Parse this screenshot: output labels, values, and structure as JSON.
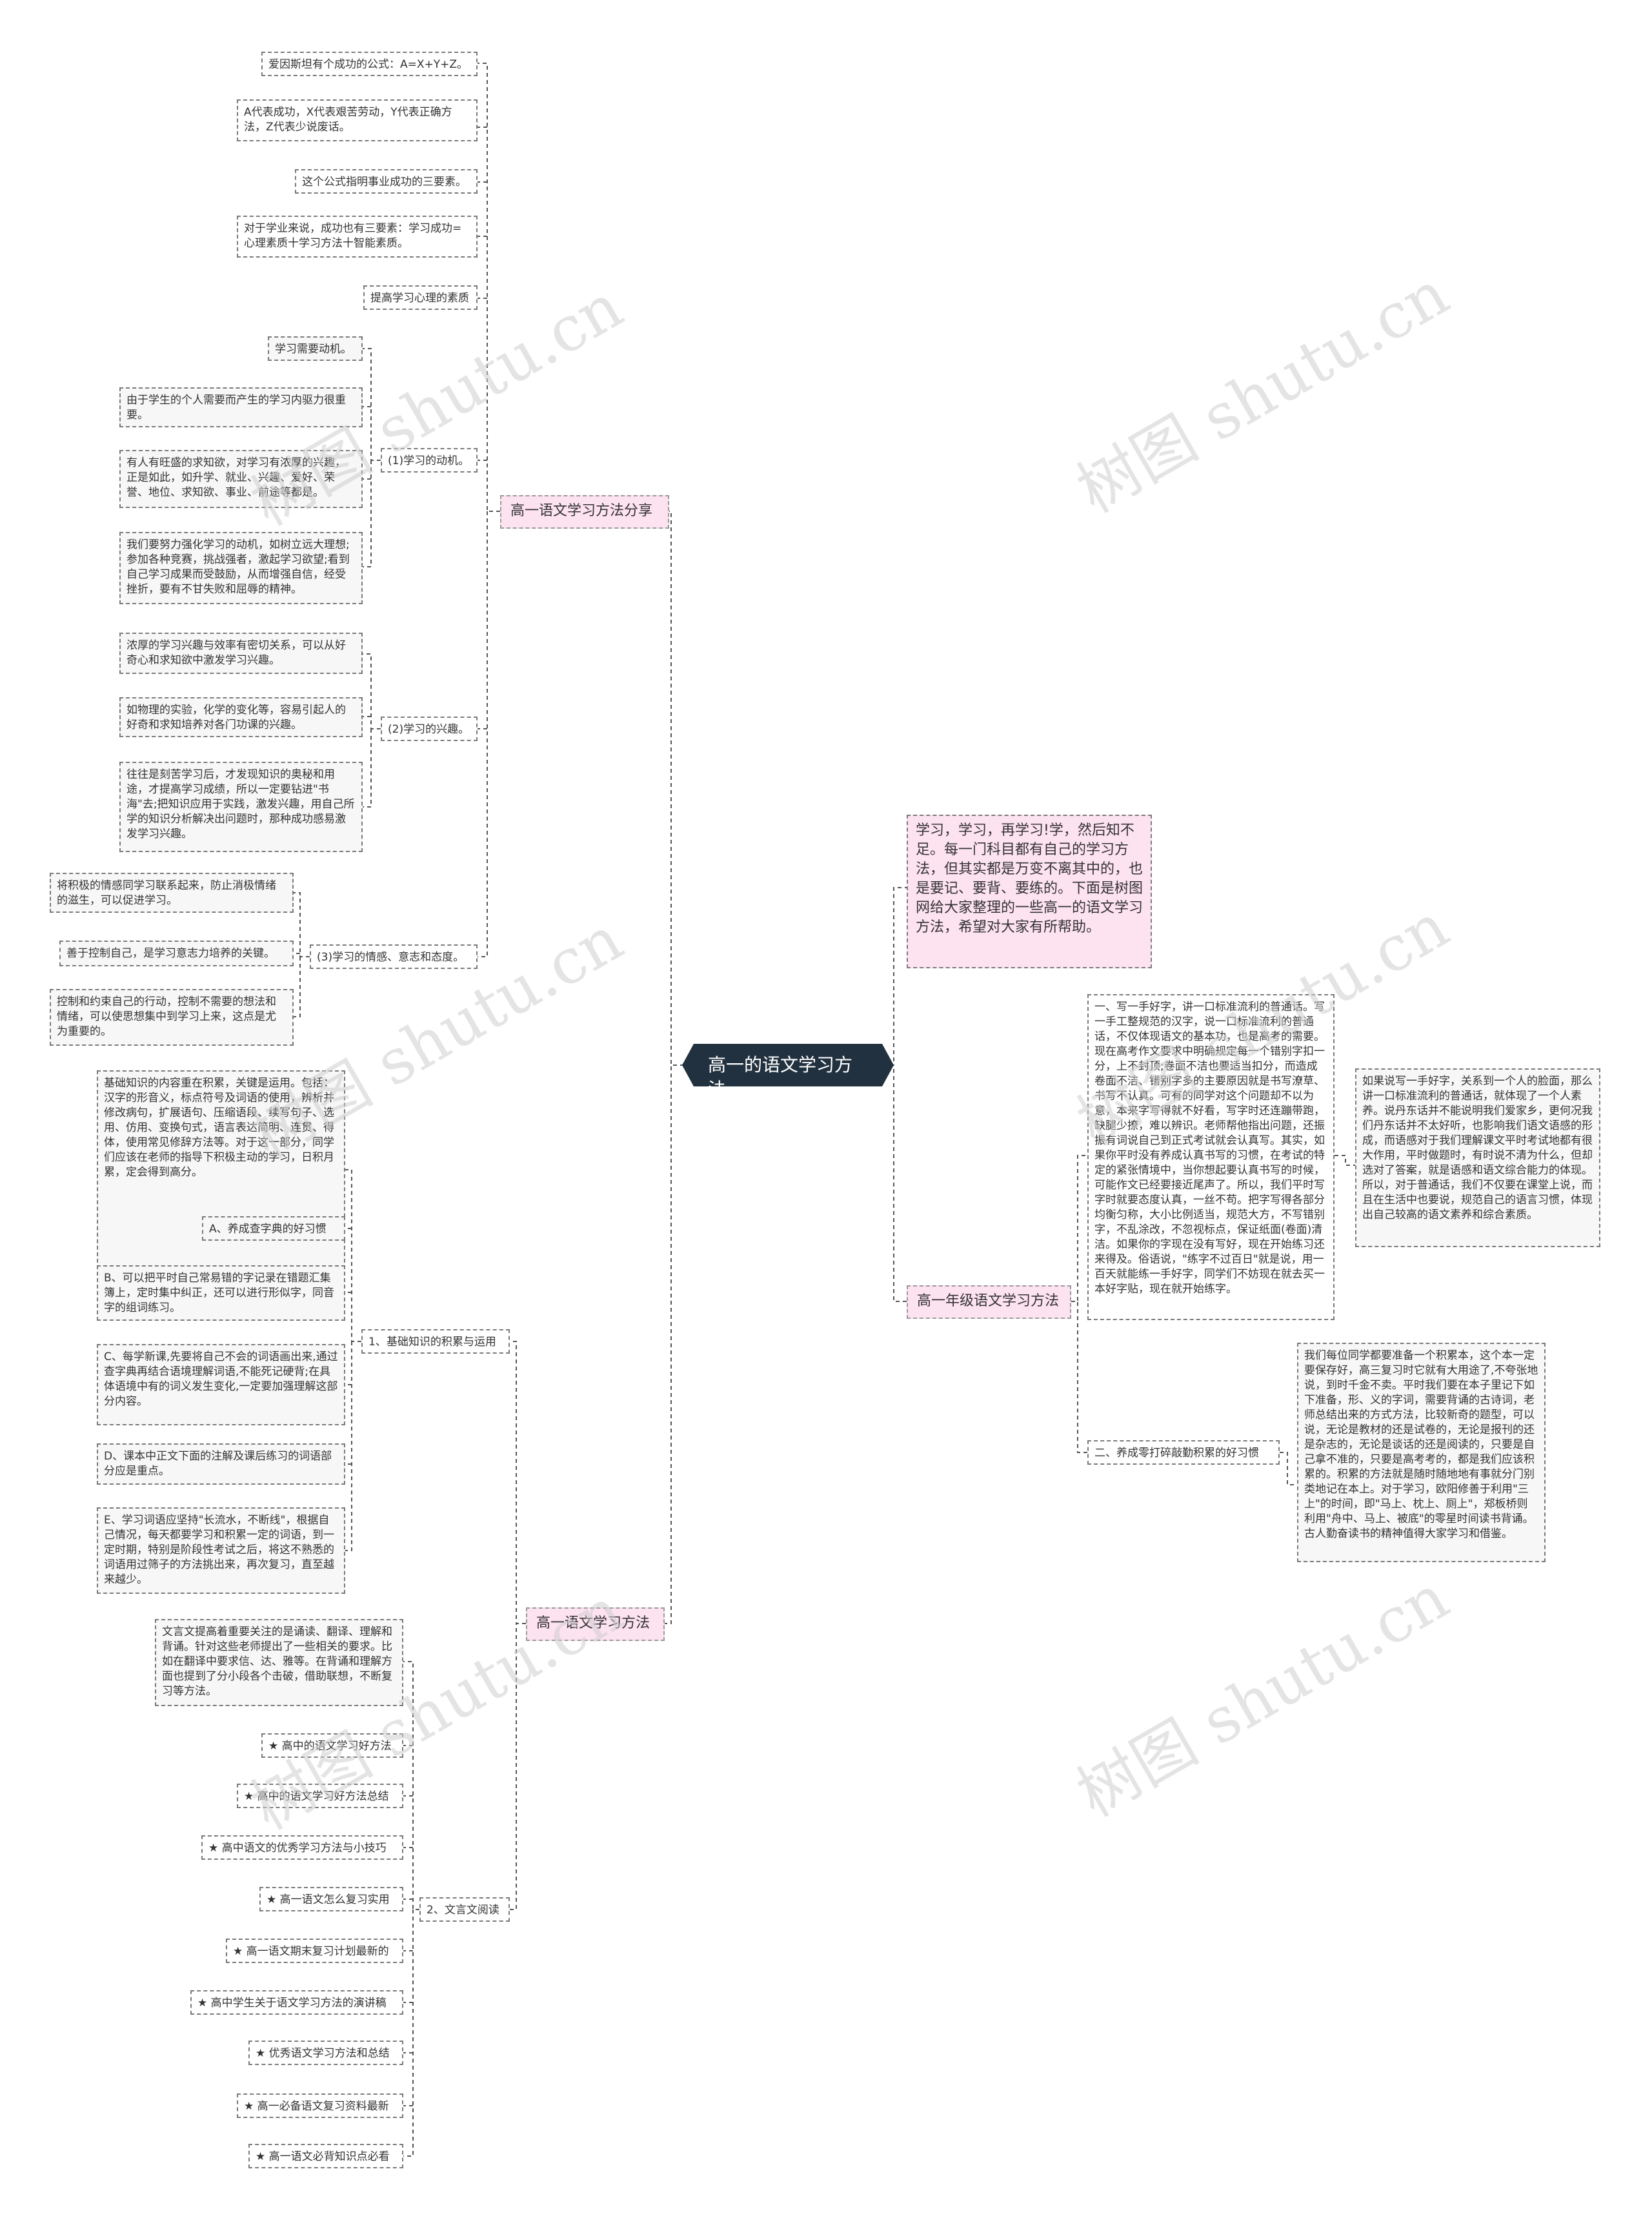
{
  "root": "高一的语文学习方法",
  "intro": "学习，学习，再学习!学，然后知不足。每一门科目都有自己的学习方法，但其实都是万变不离其中的，也是要记、要背、要练的。下面是树图网给大家整理的一些高一的语文学习方法，希望对大家有所帮助。",
  "branch1": {
    "label": "高一语文学习方法分享",
    "items": [
      "爱因斯坦有个成功的公式：A=X+Y+Z。",
      "A代表成功，X代表艰苦劳动，Y代表正确方法，Z代表少说废话。",
      "这个公式指明事业成功的三要素。",
      "对于学业来说，成功也有三要素：学习成功=心理素质十学习方法十智能素质。",
      "提高学习心理的素质"
    ],
    "motivation": {
      "label": "(1)学习的动机。",
      "items": [
        "学习需要动机。",
        "由于学生的个人需要而产生的学习内驱力很重要。",
        "有人有旺盛的求知欲，对学习有浓厚的兴趣，正是如此，如升学、就业、兴趣、爱好、荣誉、地位、求知欲、事业、前途等都是。",
        "我们要努力强化学习的动机，如树立远大理想;参加各种竞赛，挑战强者，激起学习欲望;看到自己学习成果而受鼓励，从而增强自信，经受挫折，要有不甘失败和屈辱的精神。"
      ]
    },
    "interest": {
      "label": "(2)学习的兴趣。",
      "items": [
        "浓厚的学习兴趣与效率有密切关系，可以从好奇心和求知欲中激发学习兴趣。",
        "如物理的实验，化学的变化等，容易引起人的好奇和求知培养对各门功课的兴趣。",
        "往往是刻苦学习后，才发现知识的奥秘和用途，才提高学习成绩，所以一定要钻进\"书海\"去;把知识应用于实践，激发兴趣，用自己所学的知识分析解决出问题时，那种成功感易激发学习兴趣。"
      ]
    },
    "emotion": {
      "label": "(3)学习的情感、意志和态度。",
      "items": [
        "将积极的情感同学习联系起来，防止消极情绪的滋生，可以促进学习。",
        "善于控制自己，是学习意志力培养的关键。",
        "控制和约束自己的行动，控制不需要的想法和情绪，可以使思想集中到学习上来，这点是尤为重要的。"
      ]
    }
  },
  "branch2": {
    "label": "高一语文学习方法",
    "basic": {
      "label": "1、基础知识的积累与运用",
      "items": [
        "基础知识的内容重在积累，关键是运用。包括：汉字的形音义，标点符号及词语的使用，辨析并修改病句，扩展语句、压缩语段、续写句子、选用、仿用、变换句式，语言表达简明、连贯、得体，使用常见修辞方法等。对于这一部分，同学们应该在老师的指导下积极主动的学习，日积月累，定会得到高分。",
        "A、养成查字典的好习惯",
        "B、可以把平时自己常易错的字记录在错题汇集簿上，定时集中纠正，还可以进行形似字，同音字的组词练习。",
        "C、每学新课,先要将自己不会的词语画出来,通过查字典再结合语境理解词语,不能死记硬背;在具体语境中有的词义发生变化,一定要加强理解这部分内容。",
        "D、课本中正文下面的注解及课后练习的词语部分应是重点。",
        "E、学习词语应坚持\"长流水，不断线\"，根据自己情况，每天都要学习和积累一定的词语，到一定时期，特别是阶段性考试之后，将这不熟悉的词语用过筛子的方法挑出来，再次复习，直至越来越少。"
      ]
    },
    "classical": {
      "label": "2、文言文阅读",
      "items": [
        "文言文提高着重要关注的是诵读、翻译、理解和背诵。针对这些老师提出了一些相关的要求。比如在翻译中要求信、达、雅等。在背诵和理解方面也提到了分小段各个击破，借助联想，不断复习等方法。",
        "★ 高中的语文学习好方法",
        "★ 高中的语文学习好方法总结",
        "★ 高中语文的优秀学习方法与小技巧",
        "★ 高一语文怎么复习实用",
        "★ 高一语文期末复习计划最新的",
        "★ 高中学生关于语文学习方法的演讲稿",
        "★ 优秀语文学习方法和总结",
        "★ 高一必备语文复习资料最新",
        "★ 高一语文必背知识点必看"
      ]
    }
  },
  "branch3": {
    "label": "高一年级语文学习方法",
    "handwriting": {
      "label": "一、写一手好字，讲一口标准流利的普通话。写一手工整规范的汉字，说一口标准流利的普通话，不仅体现语文的基本功，也是高考的需要。现在高考作文要求中明确规定每一个错别字扣一分，上不封顶;卷面不洁也要适当扣分，而造成卷面不洁、错别字多的主要原因就是书写潦草、书写不认真。可有的同学对这个问题却不以为意，本来字写得就不好看，写字时还连蹦带跑，缺腿少撩，难以辨识。老师帮他指出问题，还振振有词说自己到正式考试就会认真写。其实，如果你平时没有养成认真书写的习惯，在考试的特定的紧张情境中，当你想起要认真书写的时候，可能作文已经要接近尾声了。所以，我们平时写字时就要态度认真，一丝不苟。把字写得各部分均衡匀称，大小比例适当，规范大方，不写错别字，不乱涂改，不忽视标点，保证纸面(卷面)清洁。如果你的字现在没有写好，现在开始练习还来得及。俗语说，\"练字不过百日\"就是说，用一百天就能练一手好字，同学们不妨现在就去买一本好字贴，现在就开始练字。",
      "detail": "如果说写一手好字，关系到一个人的脸面，那么讲一口标准流利的普通话，就体现了一个人素养。说丹东话并不能说明我们爱家乡，更何况我们丹东话并不太好听，也影响我们语文语感的形成，而语感对于我们理解课文平时考试地都有很大作用，平时做题时，有时说不清为什么，但却选对了答案，就是语感和语文综合能力的体现。所以，对于普通话，我们不仅要在课堂上说，而且在生活中也要说，规范自己的语言习惯，体现出自己较高的语文素养和综合素质。"
    },
    "accumulate": {
      "label": "二、养成零打碎敲勤积累的好习惯",
      "detail": "我们每位同学都要准备一个积累本，这个本一定要保存好，高三复习时它就有大用途了,不夸张地说，到时千金不卖。平时我们要在本子里记下如下准备，形、义的字词，需要背诵的古诗词，老师总结出来的方式方法，比较新奇的题型，可以说，无论是教材的还是试卷的，无论是报刊的还是杂志的，无论是谈话的还是阅读的，只要是自己拿不准的，只要是高考考的，都是我们应该积累的。积累的方法就是随时随地地有事就分门别类地记在本上。对于学习，欧阳修善于利用\"三上\"的时间，即\"马上、枕上、厕上\"，郑板桥则利用\"舟中、马上、被底\"的零星时间读书背诵。古人勤奋读书的精神值得大家学习和借鉴。"
    }
  },
  "watermark": "树图 shutu.cn"
}
